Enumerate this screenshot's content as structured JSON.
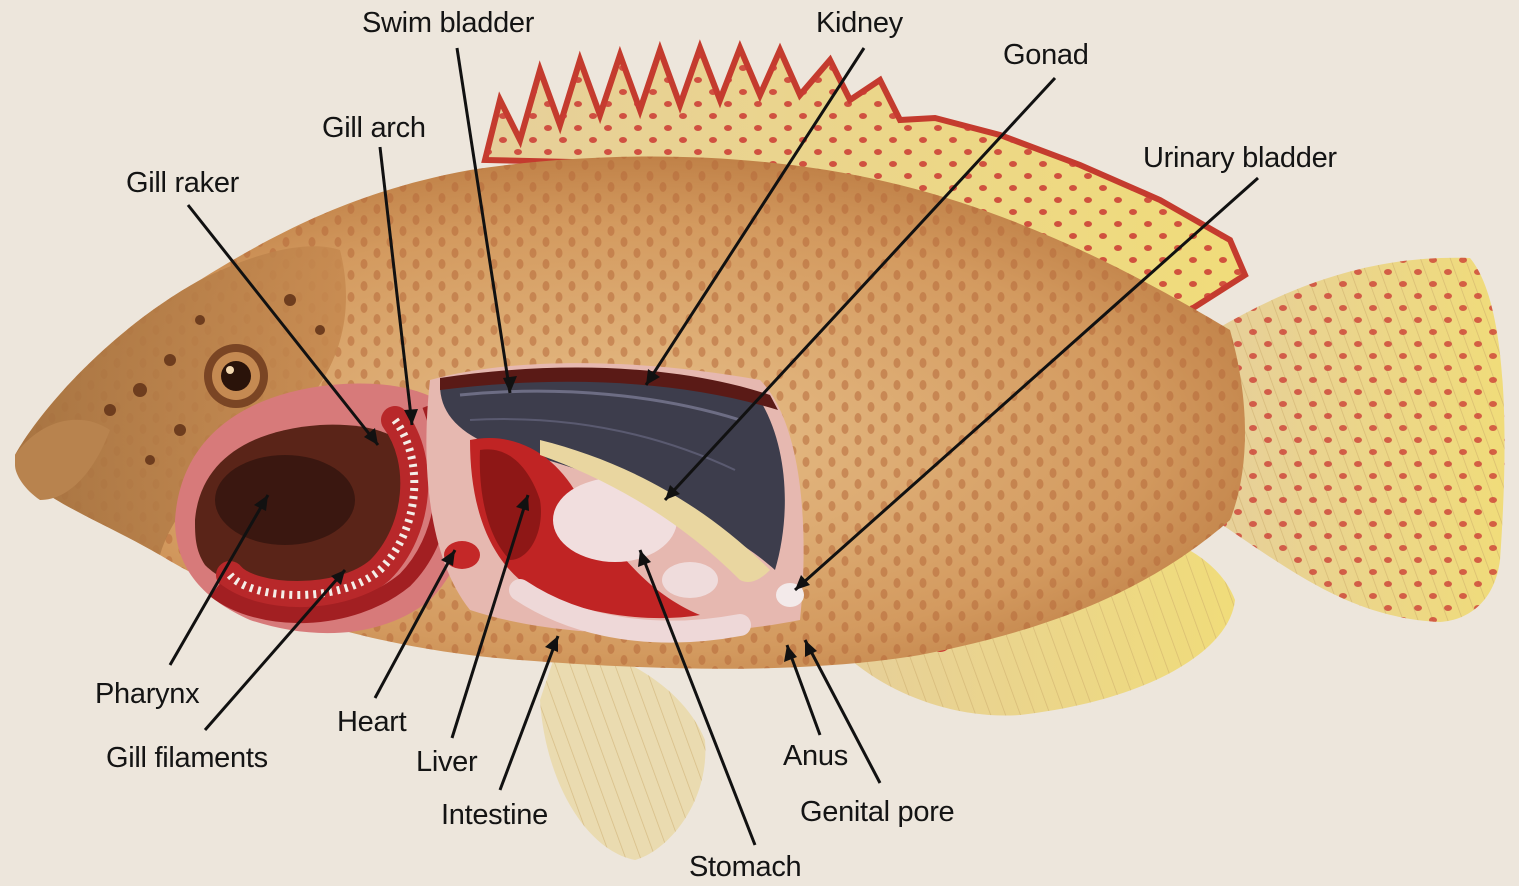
{
  "labels": {
    "swim_bladder": "Swim bladder",
    "kidney": "Kidney",
    "gonad": "Gonad",
    "gill_arch": "Gill arch",
    "gill_raker": "Gill raker",
    "urinary_bladder": "Urinary bladder",
    "pharynx": "Pharynx",
    "gill_filaments": "Gill filaments",
    "heart": "Heart",
    "liver": "Liver",
    "intestine": "Intestine",
    "stomach": "Stomach",
    "anus": "Anus",
    "genital_pore": "Genital pore"
  },
  "colors": {
    "background": "#ede6dc",
    "body": "#d6a068",
    "spots": "#c7332e",
    "fin": "#ecd28a",
    "swim_bladder": "#3d3d4c",
    "gill": "#b8282a",
    "leader_line": "#111111"
  }
}
